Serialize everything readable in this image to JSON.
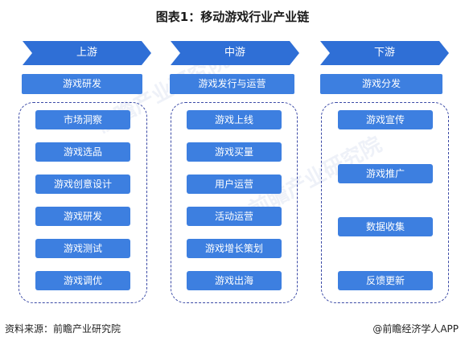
{
  "title": "图表1：移动游戏行业产业链",
  "stages": [
    {
      "label": "上游",
      "header": "游戏研发",
      "items": [
        "市场洞察",
        "游戏选品",
        "游戏创意设计",
        "游戏研发",
        "游戏测试",
        "游戏调优"
      ]
    },
    {
      "label": "中游",
      "header": "游戏发行与运营",
      "items": [
        "游戏上线",
        "游戏买量",
        "用户运营",
        "活动运营",
        "游戏增长策划",
        "游戏出海"
      ]
    },
    {
      "label": "下游",
      "header": "游戏分发",
      "items": [
        "游戏宣传",
        "游戏推广",
        "数据收集",
        "反馈更新"
      ]
    }
  ],
  "footer": {
    "source": "资料来源：前瞻产业研究院",
    "credit": "@前瞻经济学人APP"
  },
  "watermark": "前瞻产业研究院",
  "colors": {
    "arrow": "#2f6fd6",
    "box": "#3d7fe0",
    "border": "#3b4aa6"
  }
}
